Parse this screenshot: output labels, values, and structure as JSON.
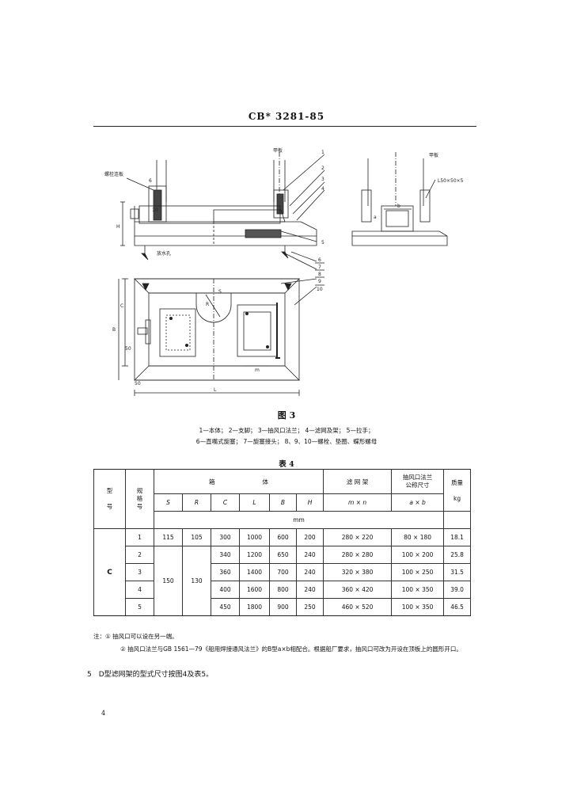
{
  "header": {
    "code": "CB* 3281-85"
  },
  "figure": {
    "labels": {
      "deck_left": "甲板",
      "deck_right": "甲板",
      "bolt_plate": "螺栓连板",
      "angle": "L50×50×5",
      "drain": "放水孔",
      "dim_H": "H",
      "dim_50_side": "50",
      "dim_C": "C",
      "dim_B": "B",
      "dim_50_bottom": "50",
      "dim_L": "L",
      "dim_S": "S",
      "dim_R": "R",
      "dim_m": "m",
      "dim_a": "a",
      "dim_b": "b",
      "num_6a": "6",
      "num_10a": "10"
    },
    "callouts": [
      "1",
      "2",
      "3",
      "4",
      "5",
      "6",
      "7",
      "8",
      "9",
      "10"
    ]
  },
  "figure_caption": "图 3",
  "legend": {
    "line1": "1—本体； 2—支脚； 3—抽风口法兰； 4—滤网及架； 5—拉手；",
    "line2": "6—直嘴式旋塞； 7—旋塞接头； 8、9、10—螺栓、垫圈、蝶形螺母"
  },
  "table_caption": "表 4",
  "table": {
    "h_model": "型\n\n号",
    "h_spec": "规\n格\n号",
    "h_body": "箱　　　　　　　　体",
    "h_filter": "滤 网 架",
    "h_flange": "抽风口法兰\n公称尺寸",
    "h_mass": "质量",
    "col_S": "S",
    "col_R": "R",
    "col_C": "C",
    "col_L": "L",
    "col_B": "B",
    "col_H": "H",
    "col_mn": "m × n",
    "col_ab": "a × b",
    "unit_kg": "kg",
    "unit_mm": "mm",
    "model": "C",
    "S_shared": "150",
    "R_shared": "130",
    "row1": {
      "spec": "1",
      "S": "115",
      "R": "105",
      "C": "300",
      "L": "1000",
      "B": "600",
      "H": "200",
      "mn": "280 × 220",
      "ab": "80 × 180",
      "mass": "18.1"
    },
    "rows": [
      {
        "spec": "2",
        "C": "340",
        "L": "1200",
        "B": "650",
        "H": "240",
        "mn": "280 × 280",
        "ab": "100 × 200",
        "mass": "25.8"
      },
      {
        "spec": "3",
        "C": "360",
        "L": "1400",
        "B": "700",
        "H": "240",
        "mn": "320 × 380",
        "ab": "100 × 250",
        "mass": "31.5"
      },
      {
        "spec": "4",
        "C": "400",
        "L": "1600",
        "B": "800",
        "H": "240",
        "mn": "360 × 420",
        "ab": "100 × 350",
        "mass": "39.0"
      },
      {
        "spec": "5",
        "C": "450",
        "L": "1800",
        "B": "900",
        "H": "250",
        "mn": "460 × 520",
        "ab": "100 × 350",
        "mass": "46.5"
      }
    ]
  },
  "notes": {
    "note1": "注：① 抽风口可以设在另一端。",
    "note2": "② 抽风口法兰与GB 1561—79《船用焊接通风法兰》的B型a×b相配合。根据船厂要求，抽风口可改为开设在顶板上的圆形开口。"
  },
  "section5": "5　D型滤网架的型式尺寸按图4及表5。",
  "page_number": "4"
}
